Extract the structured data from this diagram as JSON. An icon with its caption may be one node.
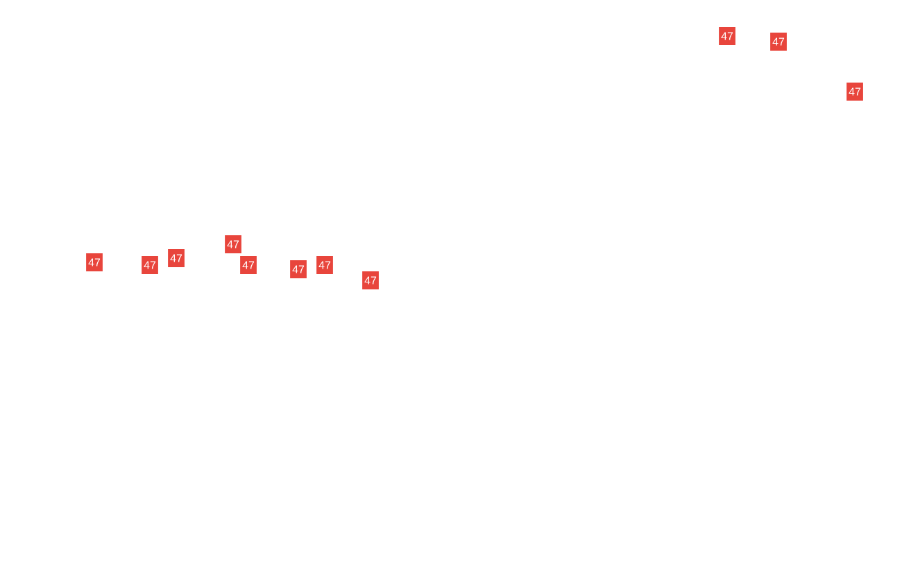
{
  "diagram": {
    "nodes": [
      {
        "text": [
          "47"
        ]
      },
      {
        "text": [
          "47"
        ]
      },
      {
        "text": [
          "47"
        ]
      },
      {
        "text": [
          "47"
        ]
      },
      {
        "text": [
          "47"
        ]
      },
      {
        "text": [
          "47"
        ]
      },
      {
        "text": [
          "47"
        ]
      },
      {
        "text": [
          "47"
        ]
      },
      {
        "text": [
          "47"
        ]
      },
      {
        "text": [
          "47"
        ]
      },
      {
        "text": [
          "47"
        ]
      }
    ]
  }
}
